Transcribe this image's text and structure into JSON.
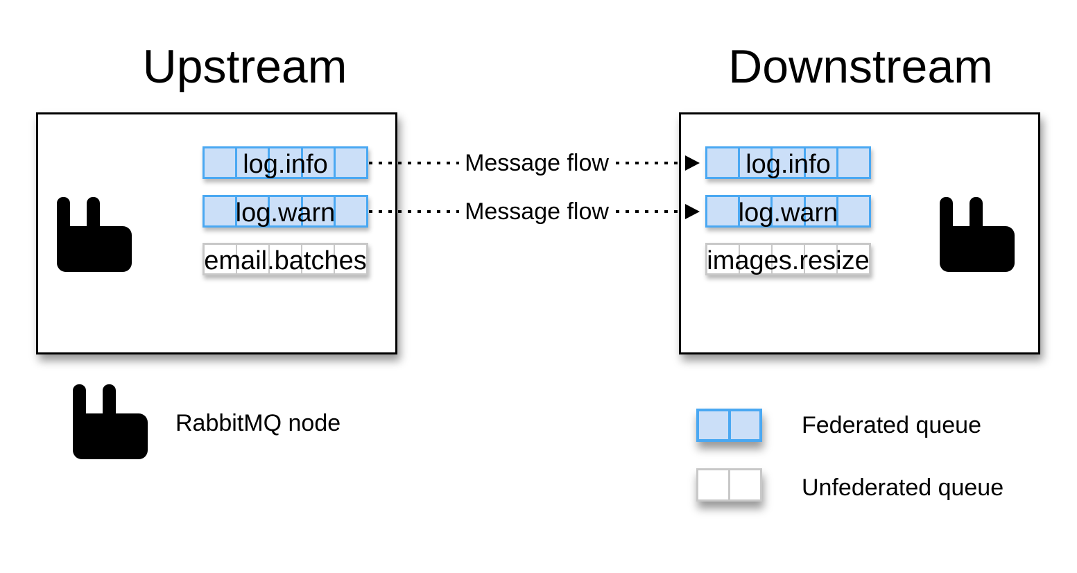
{
  "upstream": {
    "title": "Upstream",
    "queues": [
      {
        "label": "log.info",
        "type": "federated"
      },
      {
        "label": "log.warn",
        "type": "federated"
      },
      {
        "label": "email.batches",
        "type": "unfederated"
      }
    ]
  },
  "downstream": {
    "title": "Downstream",
    "queues": [
      {
        "label": "log.info",
        "type": "federated"
      },
      {
        "label": "log.warn",
        "type": "federated"
      },
      {
        "label": "images.resize",
        "type": "unfederated"
      }
    ]
  },
  "flows": [
    {
      "label": "Message flow"
    },
    {
      "label": "Message flow"
    }
  ],
  "legend": {
    "node": {
      "icon": "rabbitmq-logo",
      "label": "RabbitMQ node"
    },
    "federated": {
      "label": "Federated queue"
    },
    "unfederated": {
      "label": "Unfederated queue"
    }
  },
  "colors": {
    "federated_border": "#4aa8f2",
    "federated_fill": "#cbdff8",
    "unfederated_border": "#c8c8c8",
    "unfederated_fill": "#ffffff",
    "rabbit_orange": "#f8690d",
    "line_and_text": "#000000"
  }
}
